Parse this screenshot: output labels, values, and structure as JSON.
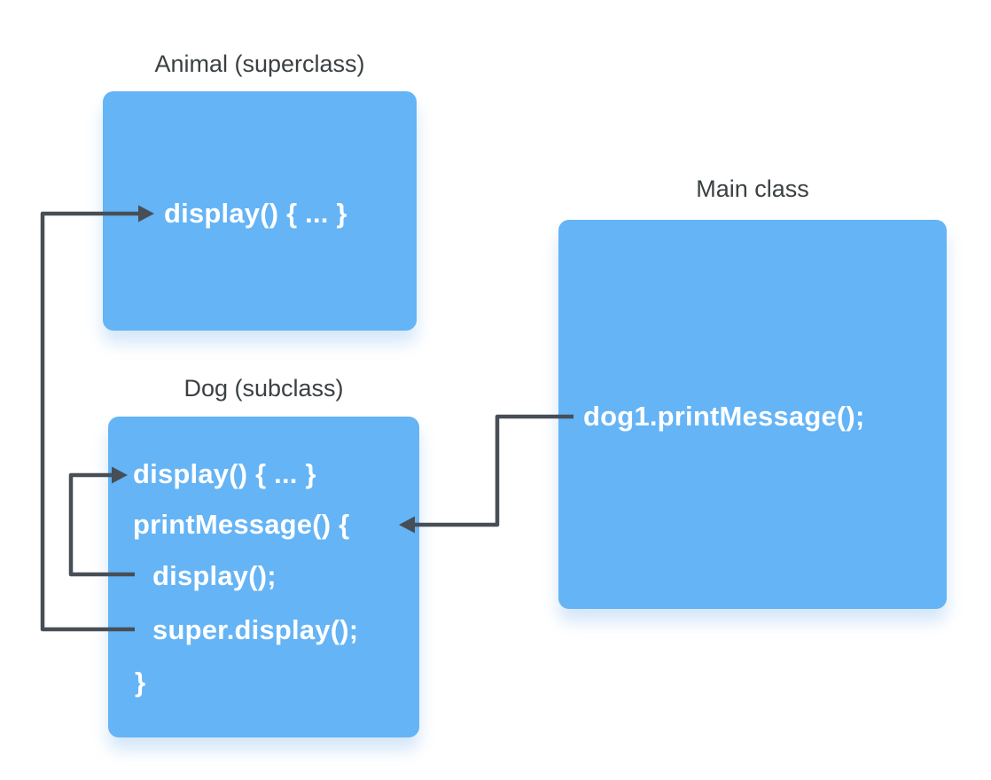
{
  "diagram": {
    "colors": {
      "box_fill": "#64B4F6",
      "arrow": "#474E55",
      "title_text": "#3B4043",
      "code_text": "#FFFFFF",
      "box_shadow": "rgba(100,165,235,0.28)"
    },
    "animal_box": {
      "title": "Animal (superclass)",
      "lines": [
        "display() { ... }"
      ]
    },
    "dog_box": {
      "title": "Dog (subclass)",
      "lines": [
        "display() { ... }",
        "printMessage() {",
        "display();",
        "super.display();",
        "}"
      ]
    },
    "main_box": {
      "title": "Main class",
      "lines": [
        "dog1.printMessage();"
      ]
    },
    "arrows": [
      {
        "name": "main-call-arrow",
        "from": "dog1.printMessage();",
        "to": "printMessage() {"
      },
      {
        "name": "display-call-arrow",
        "from": "display();",
        "to": "display() { ... } in Dog"
      },
      {
        "name": "super-display-call-arrow",
        "from": "super.display();",
        "to": "display() { ... } in Animal"
      }
    ]
  }
}
